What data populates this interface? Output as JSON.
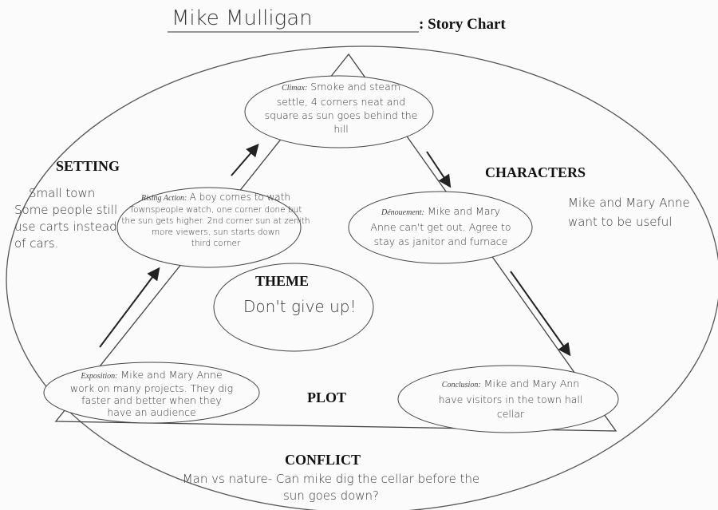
{
  "header": {
    "story_title": "Mike Mulligan",
    "chart_label": ": Story Chart"
  },
  "sections": {
    "setting": {
      "heading": "SETTING",
      "lines": [
        "Small town",
        "Some people still",
        "use carts instead",
        "of cars."
      ]
    },
    "characters": {
      "heading": "CHARACTERS",
      "lines": [
        "Mike and Mary Anne",
        "want to be useful"
      ]
    },
    "theme": {
      "heading": "THEME",
      "text": "Don't give up!"
    },
    "plot": {
      "heading": "PLOT"
    },
    "conflict": {
      "heading": "CONFLICT",
      "lines": [
        "Man vs nature- Can mike dig the cellar before the",
        "sun goes down?"
      ]
    }
  },
  "plot_points": {
    "climax": {
      "label": "Climax:",
      "lines": [
        "Smoke and steam",
        "settle, 4 corners neat and",
        "square as sun goes behind the",
        "hill"
      ]
    },
    "rising_action": {
      "label": "Rising Action:",
      "lines": [
        "A boy comes to wath",
        "Townspeople watch, one corner done but",
        "the sun gets higher. 2nd corner sun at zenith",
        "more viewers, sun starts down",
        "third corner"
      ]
    },
    "denouement": {
      "label": "Dénouement:",
      "lines": [
        "Mike and Mary",
        "Anne can't get out. Agree to",
        "stay as janitor and furnace"
      ]
    },
    "exposition": {
      "label": "Exposition:",
      "lines": [
        "Mike and Mary Anne",
        "work on many projects. They dig",
        "faster and better when they",
        "have an audience"
      ]
    },
    "conclusion": {
      "label": "Conclusion:",
      "lines": [
        "Mike and Mary Ann",
        "have visitors in the town hall",
        "cellar"
      ]
    }
  }
}
